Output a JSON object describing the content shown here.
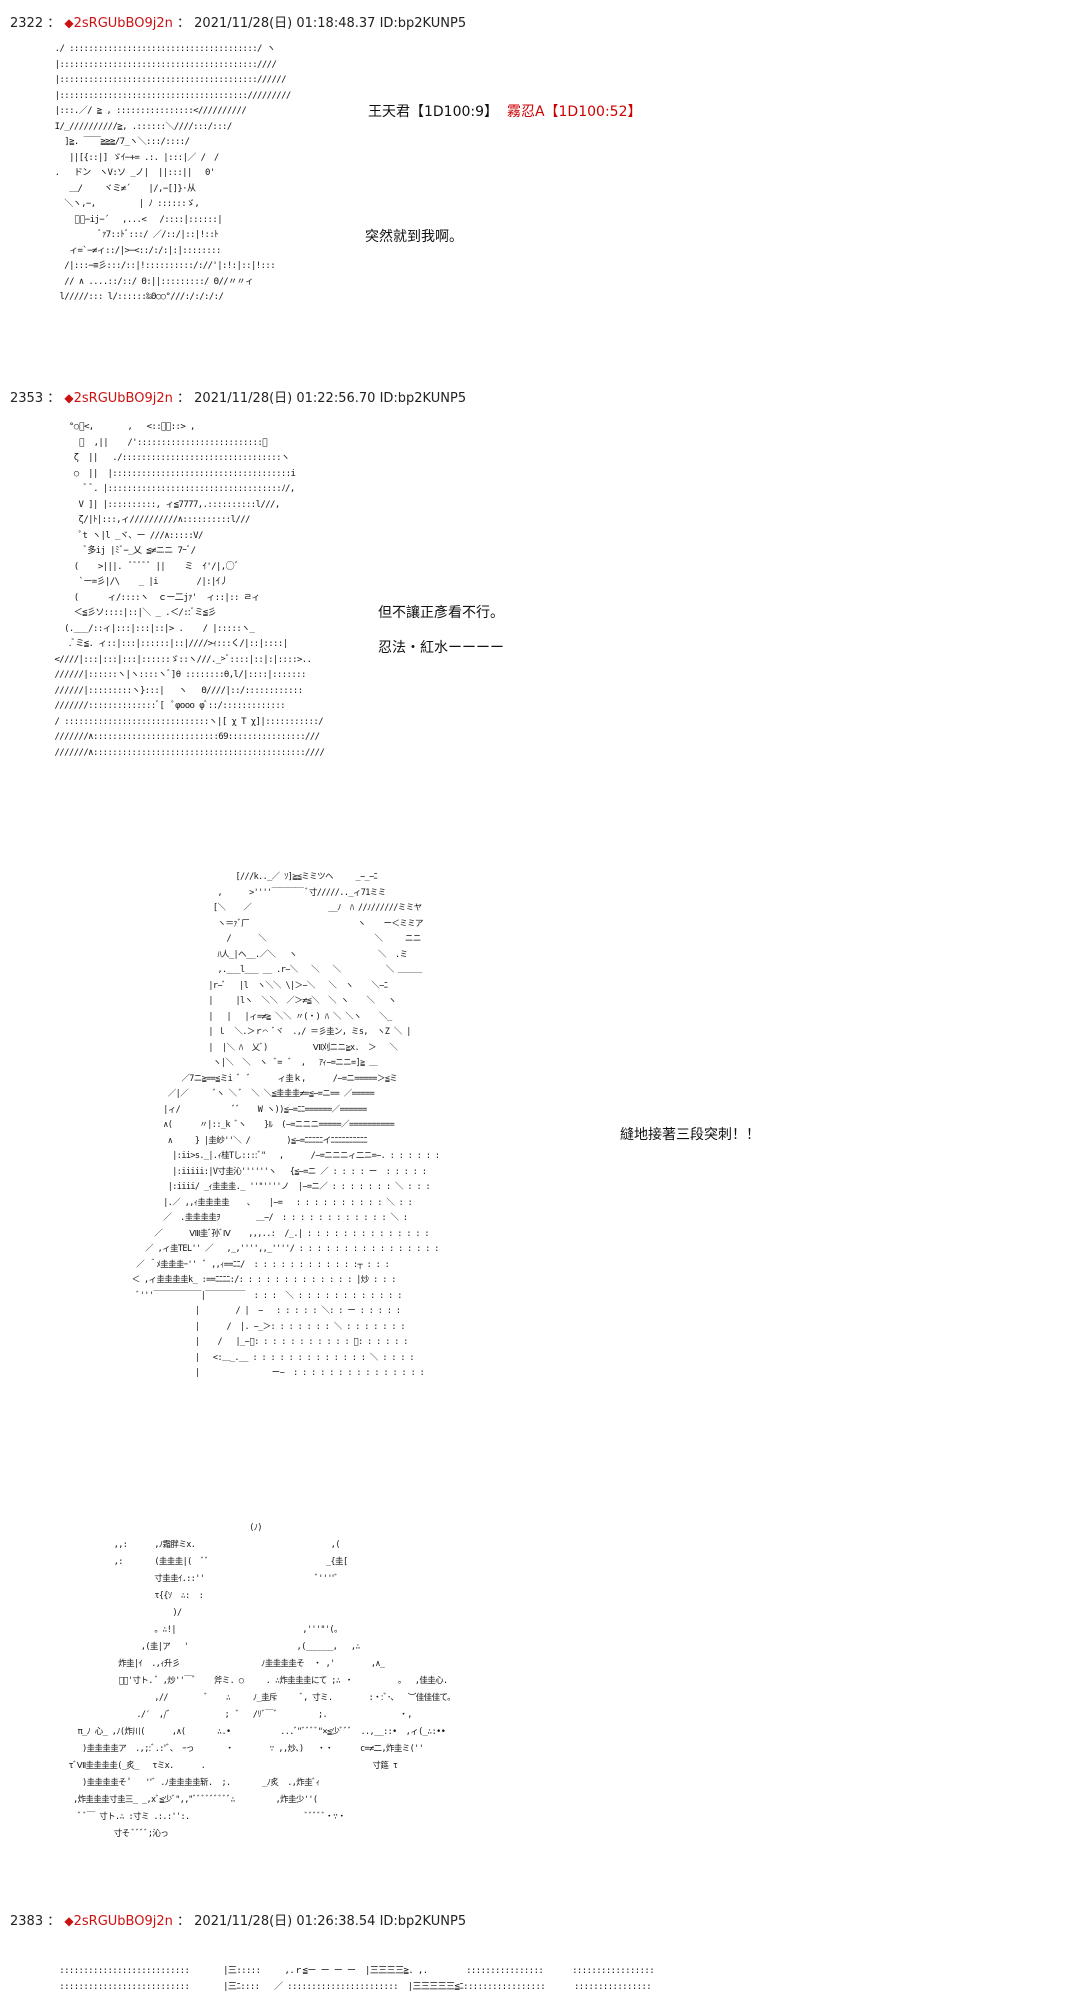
{
  "posts": [
    {
      "number": "2322",
      "sep": "：",
      "mark": "◆",
      "trip": "2sRGUbBO9j2n",
      "sep2": "：",
      "datetime": "2021/11/28(日) 01:18:48.37",
      "id": "ID:bp2KUNP5",
      "dialog_1a": "王天君【1D100:9】",
      "dialog_1b": "霧忍A【1D100:52】",
      "dialog_2": "突然就到我啊。"
    },
    {
      "number": "2353",
      "sep": "：",
      "mark": "◆",
      "trip": "2sRGUbBO9j2n",
      "sep2": "：",
      "datetime": "2021/11/28(日) 01:22:56.70",
      "id": "ID:bp2KUNP5",
      "dialog_1": "但不讓正彥看不行。",
      "dialog_2": "忍法・紅水ーーーー",
      "dialog_3": "縫地接著三段突刺！！"
    },
    {
      "number": "2383",
      "sep": "：",
      "mark": "◆",
      "trip": "2sRGUbBO9j2n",
      "sep2": "：",
      "datetime": "2021/11/28(日) 01:26:38.54",
      "id": "ID:bp2KUNP5"
    }
  ],
  "ascii_art": {
    "post1": "  ./ :::::::::::::::::::::::::::::::::::::::/ ヽ\n  |:::::::::::::::::::::::::::::::::::::::::////\n  |::::::::::::::::::::::::::::::::::::::::://////\n  |::::::::::::::::::::::::::::::::::::::://///////\n  |:::.／/ ≧ , ::::::::::::::::<//////////\n  I/_//////////≧, .::::::＼////:::/:::/\n    ]≧. ￣￣≧≧≧/7_ヽ＼:::/::::/\n     ||[{::|] ゞｲ−+= .:. |:::|／ /　/\n  .   ドン　ヽV:ソ _ノ|  ||:::||　 0'\n     ＿/　　 ヾミ≠´　  |/,−[]}·从\n    ＼ヽ,−, 　　　　 | ﾉ ::::::ゞ,\n      ﾟﾞ−ij−´ 　,...< 　/::::|::::::|\n           ﾞｧ7::ﾄﾞ:::/ ／/::/|::|!::ﾄ\n     ィ=`−≠ィ::/|>−<::/:/:|:|::::::::\n    /|:::−≡彡:::/::|!::::::::::/://'|:!:|::|!:::\n    // ∧ ....::/::/ Θ:||:::::::::/ Θ//〃〃ィ\n   l/////::: l/::::::‰Θ○○°///:/:/:/:/",
    "post2": "      °○ﾞ<,       ,   <::￣￣::> ,\n        ﾞ  ,||    /'::::::::::::::::::::::::::＼\n       ζ  ||   ./:::::::::::::::::::::::::::::::::ヽ\n       ○  ||  |:::::::::::::::::::::::::::::::::::::i\n         ﾞ ﾞ. |::::::::::::::::::::::::::::::::::::ﾉ/,\n        V ]| |::::::::::, ィ≦7777,.::::::::::l///,\n        ζ/|ﾄ|:::,ィ//////////∧::::::::::l///\n        ﾟt ヽ|l _ヾ、ー ///∧:::::V/\n         ﾞ多ij |ﾐﾞ−_乂 ≦≠ニニ 7ｰﾞ/\n       (    >|||.  ﾞﾞﾞﾞﾞ ||    ミ  ｲ'/|,○ﾞ\n        `ー=彡|/\\    _ |i        /|:|ｲ丿\n       (      ィ/::::ヽ  ｃー二jｧ'  ィ::|:: ㄹィ\n       ＜≦彡ソ::::|::|＼ _ .＜/::ﾞミ≦彡\n     (.___/::ィ|:::|:::|::|> .    / |:::::ヽ_\n      .ﾞミ≦. ィ::|:::|::::::|::|////>ｨ:::く/|::|::::|\n   <////|:::|:::|:::|::::::ゞ::ヽ///._>ﾞ::::|::|:|::::>..\n   //////|::::::ヽ|ヽ::::ヽﾞ]θ ::::::::θ,l/|::::|:::::::\n   //////|:::::::::ヽ}:::|   ヽ   Θ////|::/::::::::::::\n   ///////::::::::::::::ﾞ[  ﾟφooo φﾞ::/:::::::::::::\n   / ::::::::::::::::::::::::::::::ヽ|[ χ T χ]|:::::::::::/\n   ///////∧::::::::::::::::::::::::::69::::::::::::::::///\n   ///////∧::::::::::::::::::::::::::::::::::::::::::::////",
    "post2_battle": "                              [///k.._／ ｿ]≧≦ミミツヘ     _−_−ﾆ\n                          ,      >''''￣￣￣￣ ﾞ寸/////.._ィ71ミミ\n                         [＼    ／                 __ﾉ  ﾊ //ﾉ//////ミミヤ\n                          ヽ＝ｧﾞ厂                        ヽ    ー＜ミミア\n                            /      ＼                        ＼     ニニ\n                          ﾊ人_|ヘ__.／＼   ヽ                  ＼  .ミ\n                          ,.___l___ __ .r−＼   ＼   ＼          ＼ ＿＿＿\n                        |r−ﾞ   |l  ヽ＼＼ \\|＞−＼   ＼  ヽ    ＼−ﾆ\n                        |     |lヽ  ＼＼  ／＞≠≦＼  ＼ ヽ    ＼   ヽ\n                        |   |   |ィ=≠≧ ＼＼ 〃(・) ﾊ ＼ ＼ヽ    ＼_\n                        | ｌ  ＼.＞ｒ⌒ ﾞヾ  .,/ ＝彡圭ン, ミs,  ヽZ ＼ |\n                        |  |＼ ﾊ  乂ﾞ)          Ⅶ刈ニニ≧x.  ＞   ＼\n                         ヽ|＼  ＼  ヽ  ﾞ=  ﾞ  ,   ｱｨ−=ニニ=]≧ ＿\n                  ／7ニ≧==≦ミi ﾞ  ﾞ      ィ圭ｋ,      /−=ニ=====＞≦ミ\n               ／|／      ﾞヽ ＼ ﾞ  ＼ ＼≦圭圭圭≠=≦−=ニ== ／=====\n              |ィ/            ﾞﾞ    W ヽ))≦−=ﾆﾆ======／======\n              ∧(      〃|::_k ﾞヽ    }ﾙ  (−=ニニニ=====／==========\n               ∧     } |圭紗''＼ /        )≦−=ﾆﾆﾆﾆﾆイﾆﾆﾆﾆﾆﾆﾆﾆﾆﾆ\n                |:ii>s._|.ｨ桂Tし::::ﾞ\"   ,      /−=ニニニィ二ニ=−. : : : : : :\n                |:iiiii:|V寸圭沁''''''ヽ   {≦−=ニ ／ : : : : ー  : : : : :\n               |:iiii/ _ｨ圭圭圭._ ''\"''''ノ  |−=ニ／ : : : : : : : ＼ : : :\n              |.／ ,,ｨ圭圭圭圭    ､    |−=   : : : : : : : : : : ＼ : :\n              ／  .圭圭圭圭ｦ        ＿−/  : : : : : : : : : : : : ＼ :\n            ／      Ⅷ圭ﾞ孙ﾞⅣ    ,,,..:  /_.| : : : : : : : : : : : : : :\n          ／ ,ィ圭TEL'' ／   ,_,'''',,_''''/ : : : : : : : : : : : : : : : :\n        ／ ＾ﾒ圭圭圭ｰ''  ﾞ ,,ｨ==ﾆﾆ/  : : : : : : : : : : : :┬ : : :\n       ＜ ,ィ圭圭圭圭k_ :==ﾆﾆﾆﾆ:/: : : : : : : : : : : : : |炒 : : :\n        ﾞ'''￣￣￣￣￣￣|￣￣￣￣￣  : : :  ＼ : : : : : : : : : : : :\n                     |        / |  −   : : : : : ＼: : ー : : : : :\n                     |      /  |. −_＞: : : : : : : ＼ : : : : : : :\n                     |    /   |_−ﾞ: : : : : : : : : : : ＼: : : : : :\n                     |   <:＿_.__ : : : : : : : : : : : : : ＼ : : : :\n                     |                ー−  : : : : : : : : : : : : : : :",
    "post2_crowd": "                                           (ﾉ)\n             ,,:      ,ﾉ霜胖ミx.                              ,(\n             ,:       (圭圭圭|(  ﾞﾞ                          _{圭[\n                      寸圭圭ｲ.::''                         ﾞ''''ﾞ\n                      τ{{ｿ  ∴:  :\n                          )/\n                      。∴!|                            ,'''\"'(。\n                   ,(圭|ア   '                        ,(______,   ,∴\n              炸圭|ｲ  .,ｨ升彡                  ﾉ圭圭圭圭そ  ・ ,'        ,∧_\n              ﾞ￣'寸ト. ﾞ ,炒''￣ﾞ    斧ミ. ○     . ∴炸圭圭圭にて ;∴ ・          。  ,佳圭心.\n                      ,//        ﾞ    ∴     ﾉ_圭斥     ﾞ, 寸ミ.        :・:ﾞ･､   ︶佳佳佳て。\n                  ./′  ,/ﾞ            ;  ﾞ   /ﾘﾞ￣ﾞ         ;.                ・,\n     π_ﾉ 心_ ,ﾉ(炸川(      ,∧(       ∴.•           ...ﾞ\"ﾞﾞﾞﾞ\"×≦少ﾞﾞﾞ  ..,__::•  ,ィ(_∴:••\n      )圭圭圭圭ア  .,;:ﾞ.:'ﾞ、 ｰっ       ・        ∵ ,,炒、)   ・・      c=≠二,炸圭ミ(''\n   τﾞⅦ圭圭圭圭(_炙_   τミx.      .                                     寸筵 τ\n      )圭圭圭圭そ ﾟ   ''ﾞ .ﾉ圭圭圭圭斩.  ;.       _ﾉ炙  .,炸圭ﾞｨ\n    ,炸圭圭圭寸圭三_ _,xﾞ≦少ﾞ\",,\"ﾞﾞﾞﾞﾞﾞﾞﾞﾞ∴         ,炸圭少''(\n     ﾞ ﾞ￣ 寸ト.∴ :寸ミ .:.:'':.                          ﾞﾞﾞﾞﾞ・∵・\n             寸そ ﾞﾞﾞﾞ;沁っ",
    "post3": "    :::::::::::::::::::::::::::       |三:::::     ,.ｒ≦ー ー ー ー  |三三三三≧. ,.        ::::::::::::::::      :::::::::::::::::\n    :::::::::::::::::::::::::::       |三ﾆ::::   ／ :::::::::::::::::::::::  |三三三三三≦ﾆ:::::::::::::::::      ::::::::::::::::"
  }
}
